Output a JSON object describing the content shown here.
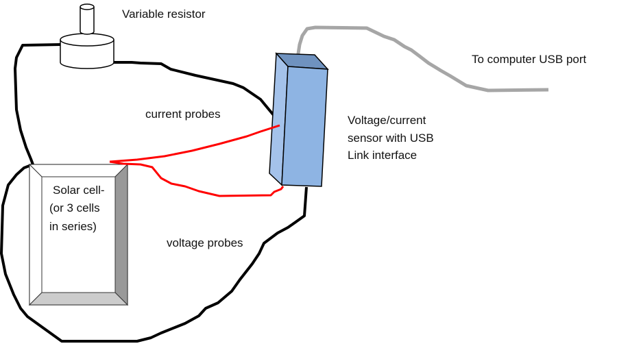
{
  "labels": {
    "variable_resistor": "Variable resistor",
    "usb_port": "To computer USB port",
    "current_probes": "current probes",
    "voltage_probes": "voltage probes",
    "sensor_line1": "Voltage/current",
    "sensor_line2": "sensor with USB",
    "sensor_line3": "Link interface",
    "solar_line1": "Solar cell-",
    "solar_line2": "(or 3 cells",
    "solar_line3": "in series)"
  },
  "colors": {
    "wire_black": "#000000",
    "probe_red": "#ff0000",
    "usb_cable": "#a6a6a6",
    "sensor_front": "#8eb4e3",
    "sensor_side": "#a4c2ea",
    "sensor_top": "#6f92bf",
    "panel_side_dark": "#999999",
    "panel_bottom": "#cccccc",
    "panel_face": "#ffffff"
  }
}
